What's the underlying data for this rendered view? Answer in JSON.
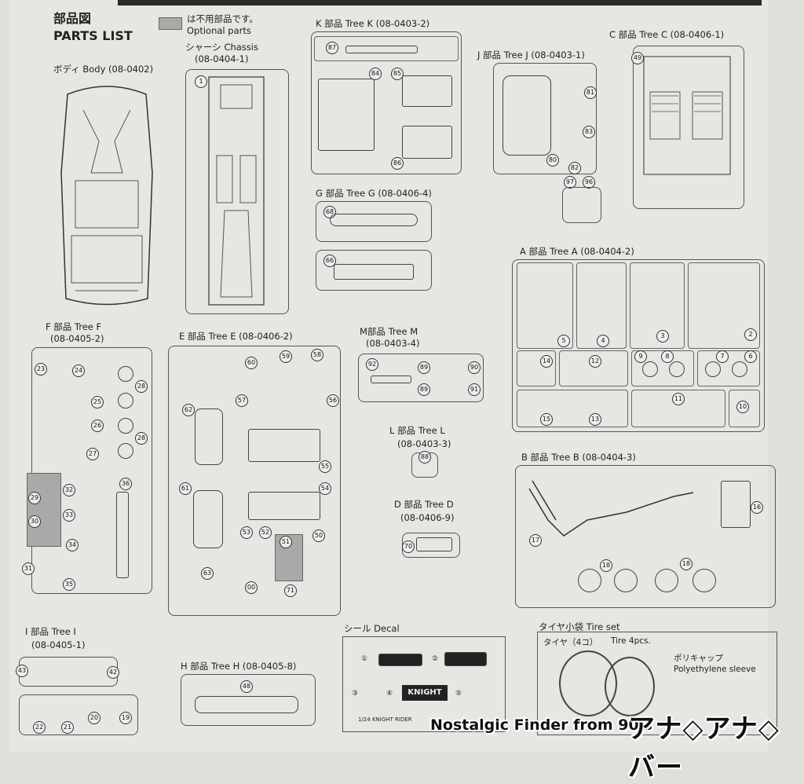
{
  "header": {
    "title_ja": "部品図",
    "title_en": "PARTS LIST",
    "legend_ja": "は不用部品です。",
    "legend_en": "Optional parts"
  },
  "trees": {
    "body": {
      "ja": "ボディ",
      "en": "Body",
      "code": "(08-0402)"
    },
    "chassis": {
      "ja": "シャーシ",
      "en": "Chassis",
      "code": "(08-0404-1)"
    },
    "k": {
      "label": "K 部品 Tree K",
      "code": "(08-0403-2)"
    },
    "j": {
      "label": "J 部品 Tree J",
      "code": "(08-0403-1)"
    },
    "c": {
      "label": "C 部品 Tree C",
      "code": "(08-0406-1)"
    },
    "g": {
      "label": "G 部品 Tree G",
      "code": "(08-0406-4)"
    },
    "a": {
      "label": "A 部品 Tree A",
      "code": "(08-0404-2)"
    },
    "f": {
      "label": "F 部品 Tree F",
      "code": "(08-0405-2)"
    },
    "e": {
      "label": "E 部品 Tree E",
      "code": "(08-0406-2)"
    },
    "m": {
      "label": "M部品 Tree M",
      "code": "(08-0403-4)"
    },
    "l": {
      "label": "L 部品 Tree L",
      "code": "(08-0403-3)"
    },
    "d": {
      "label": "D 部品 Tree D",
      "code": "(08-0406-9)"
    },
    "b": {
      "label": "B 部品 Tree B",
      "code": "(08-0404-3)"
    },
    "i": {
      "label": "I 部品 Tree I",
      "code": "(08-0405-1)"
    },
    "h": {
      "label": "H 部品 Tree H",
      "code": "(08-0405-8)"
    }
  },
  "decal": {
    "title": "シール Decal",
    "knight": "KNIGHT",
    "footer": "1/24  KNIGHT RIDER",
    "n1": "①",
    "n2": "②",
    "n3": "③",
    "n4": "④",
    "n5": "⑤"
  },
  "tireset": {
    "title": "タイヤ小袋 Tire set",
    "tire_ja": "タイヤ（4コ）",
    "tire_en": "Tire 4pcs.",
    "cap_ja": "ポリキャップ",
    "cap_en": "Polyethylene sleeve"
  },
  "watermark": {
    "text": "Nostalgic Finder from 90's",
    "logo": "アナ◇アナ◇バー"
  },
  "part_numbers": {
    "n1": "1",
    "n2": "2",
    "n3": "3",
    "n4": "4",
    "n5": "5",
    "n6": "6",
    "n7": "7",
    "n8": "8",
    "n9": "9",
    "n10": "10",
    "n11": "11",
    "n12": "12",
    "n13": "13",
    "n14": "14",
    "n15": "15",
    "n16": "16",
    "n17": "17",
    "n18": "18",
    "n19": "19",
    "n20": "20",
    "n21": "21",
    "n22": "22",
    "n23": "23",
    "n24": "24",
    "n25": "25",
    "n26": "26",
    "n27": "27",
    "n28": "28",
    "n29": "29",
    "n30": "30",
    "n31": "31",
    "n32": "32",
    "n33": "33",
    "n34": "34",
    "n35": "35",
    "n36": "36",
    "n42": "42",
    "n43": "43",
    "n48": "48",
    "n49": "49",
    "n50": "50",
    "n51": "51",
    "n52": "52",
    "n53": "53",
    "n54": "54",
    "n55": "55",
    "n56": "56",
    "n57": "57",
    "n58": "58",
    "n59": "59",
    "n60": "60",
    "n61": "61",
    "n62": "62",
    "n63": "63",
    "n66": "66",
    "n68": "68",
    "n70": "70",
    "n71": "71",
    "n80": "80",
    "n81": "81",
    "n82": "82",
    "n83": "83",
    "n84": "84",
    "n85": "85",
    "n86": "86",
    "n87": "87",
    "n88": "88",
    "n89": "89",
    "n90": "90",
    "n91": "91",
    "n92": "92",
    "n96": "96",
    "n97": "97",
    "n00": "00"
  }
}
